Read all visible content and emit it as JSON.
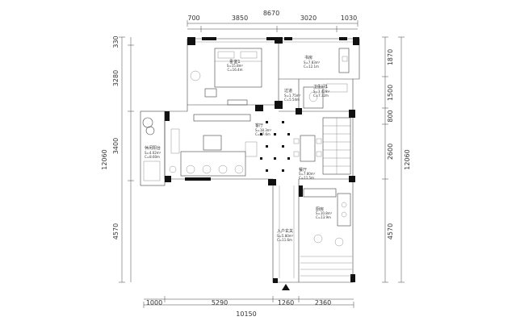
{
  "dimensions": {
    "top_total": "8670",
    "top_segments": [
      "700",
      "3850",
      "3020",
      "1030"
    ],
    "bottom_total": "10150",
    "bottom_segments": [
      "1000",
      "5290",
      "1260",
      "2360"
    ],
    "left_total": "12060",
    "left_segments": [
      "330",
      "3280",
      "3400",
      "4570"
    ],
    "right_total": "12060",
    "right_segments": [
      "1870",
      "1500",
      "800",
      "2600",
      "4570"
    ]
  },
  "rooms": {
    "master_bedroom": {
      "name": "卧室1",
      "area": "S=15.8m²",
      "perimeter": "C=16.4m"
    },
    "study": {
      "name": "书房",
      "area": "S=7.83m²",
      "perimeter": "C=12.1m"
    },
    "corridor": {
      "name": "过道",
      "area": "S=1.75m²",
      "perimeter": "C=5.54m"
    },
    "bathroom": {
      "name": "卫生间1",
      "area": "S=3.42m²",
      "perimeter": "C=7.32m"
    },
    "living_room": {
      "name": "客厅",
      "area": "S=18.3m²",
      "perimeter": "C=17.6m"
    },
    "leisure_balcony": {
      "name": "休闲阳台",
      "area": "S=4.02m²",
      "perimeter": "C=8.60m"
    },
    "dining_room": {
      "name": "餐厅",
      "area": "S=7.80m²",
      "perimeter": "C=11.5m"
    },
    "kitchen": {
      "name": "厨房",
      "area": "S=10.8m²",
      "perimeter": "C=13.9m"
    },
    "entrance": {
      "name": "入户玄关",
      "area": "S=5.80m²",
      "perimeter": "C=11.6m"
    }
  },
  "entry_arrow_icon": "arrow-up-icon",
  "colors": {
    "wall": "#111111",
    "line": "#444444"
  }
}
